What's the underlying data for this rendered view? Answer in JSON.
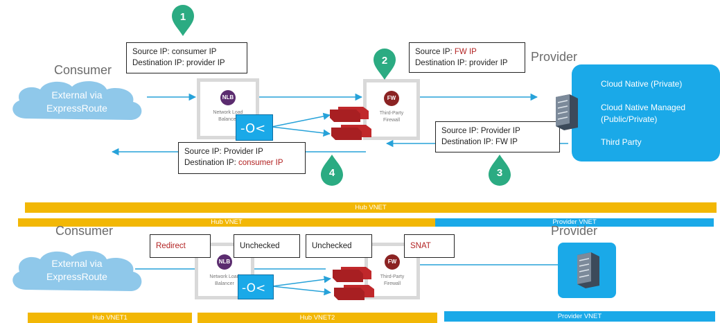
{
  "colors": {
    "yellow": "#f2b705",
    "blue": "#1aa9e8",
    "teal": "#2bab82",
    "line": "#27a2d9",
    "fw_red": "#c0282b"
  },
  "top": {
    "consumer_label": "Consumer",
    "provider_label": "Provider",
    "cloud_text": [
      "External via",
      "ExpressRoute"
    ],
    "nlb_badge": "NLB",
    "nlb_text": [
      "Network Load",
      "Balancer"
    ],
    "fw_badge": "FW",
    "fw_text": [
      "Third-Party",
      "Firewall"
    ],
    "box1": {
      "src_prefix": "Source IP: ",
      "src_value": "consumer IP",
      "dst": "Destination IP: provider IP"
    },
    "box2": {
      "src_prefix": "Source IP: ",
      "src_value": "FW IP",
      "dst": "Destination IP: provider IP"
    },
    "box3": {
      "src": "Source IP: Provider IP",
      "dst": "Destination IP: FW IP"
    },
    "box4": {
      "src": "Source IP: Provider IP",
      "dst_prefix": "Destination IP: ",
      "dst_value": "consumer IP"
    },
    "markers": [
      "1",
      "2",
      "3",
      "4"
    ],
    "provider_panel": [
      "Cloud Native (Private)",
      "Cloud Native Managed",
      "(Public/Private)",
      "Third Party"
    ],
    "hub_vnet_bar": "Hub VNET"
  },
  "bottom": {
    "hub_vnet_bar": "Hub VNET",
    "provider_vnet_bar": "Provider VNET",
    "consumer_label": "Consumer",
    "provider_label": "Provider",
    "cloud_text": [
      "External via",
      "ExpressRoute"
    ],
    "nlb_badge": "NLB",
    "nlb_text": [
      "Network Load",
      "Balancer"
    ],
    "fw_badge": "FW",
    "fw_text": [
      "Third-Party",
      "Firewall"
    ],
    "tag_redirect": "Redirect",
    "tag_unchecked_1": "Unchecked",
    "tag_unchecked_2": "Unchecked",
    "tag_snat": "SNAT",
    "hub_vnet1": "Hub VNET1",
    "hub_vnet2": "Hub VNET2",
    "provider_vnet_bottom": "Provider VNET"
  }
}
